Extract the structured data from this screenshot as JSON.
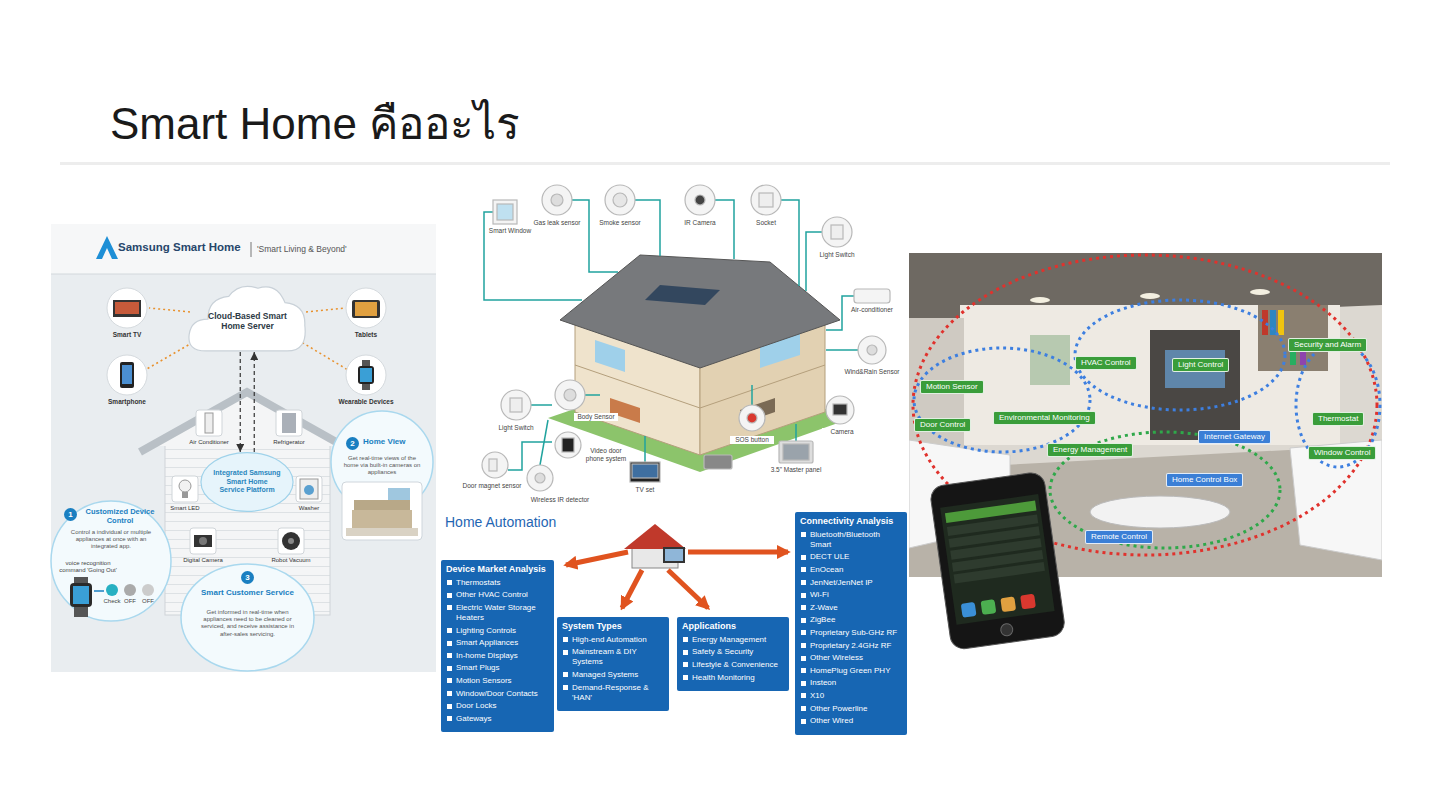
{
  "diagram": {
    "title": "Smart Home คืออะไร",
    "nodes": [
      {
        "text": [
          "Cloud-Based Smart Home Server"
        ]
      },
      {
        "text": [
          "Integrated Samsung Smart Home Service Platform"
        ]
      },
      {
        "text": [
          "1",
          "Customized Device Control",
          "Control a individual or multiple appliances at once with an integrated app."
        ]
      },
      {
        "text": [
          "2",
          "Home View",
          "Get real-time views of the home via built-in cameras on appliances"
        ]
      },
      {
        "text": [
          "3",
          "Smart Customer Service",
          "Get informed in real-time when appliances need to be cleaned or serviced, and receive assistance in after-sales servicing."
        ]
      },
      {
        "text": [
          "Device Market Analysis",
          "Thermostats",
          "Other HVAC Control",
          "Electric Water Storage Heaters",
          "Lighting Controls",
          "Smart Appliances",
          "In-home Displays",
          "Smart Plugs",
          "Motion Sensors",
          "Window/Door Contacts",
          "Door Locks",
          "Gateways"
        ]
      },
      {
        "text": [
          "System Types",
          "High-end Automation",
          "Mainstream & DIY Systems",
          "Managed Systems",
          "Demand-Response & 'HAN'"
        ]
      },
      {
        "text": [
          "Applications",
          "Energy Management",
          "Safety & Security",
          "Lifestyle & Convenience",
          "Health Monitoring"
        ]
      },
      {
        "text": [
          "Connectivity Analysis",
          "Bluetooth/Bluetooth Smart",
          "DECT ULE",
          "EnOcean",
          "JenNet/JenNet IP",
          "Wi-Fi",
          "Z-Wave",
          "ZigBee",
          "Proprietary Sub-GHz RF",
          "Proprietary 2.4GHz RF",
          "Other Wireless",
          "HomePlug Green PHY",
          "Insteon",
          "X10",
          "Other Powerline",
          "Other Wired"
        ]
      },
      {
        "text": [
          "Security and Alarm"
        ]
      },
      {
        "text": [
          "HVAC Control"
        ]
      },
      {
        "text": [
          "Light Control"
        ]
      },
      {
        "text": [
          "Motion Sensor"
        ]
      },
      {
        "text": [
          "Environmental Monitoring"
        ]
      },
      {
        "text": [
          "Thermostat"
        ]
      },
      {
        "text": [
          "Door Control"
        ]
      },
      {
        "text": [
          "Internet Gateway"
        ]
      },
      {
        "text": [
          "Energy Management"
        ]
      },
      {
        "text": [
          "Window Control"
        ]
      },
      {
        "text": [
          "Home Control Box"
        ]
      },
      {
        "text": [
          "Remote Control"
        ]
      }
    ],
    "edges": [
      {
        "from": 0,
        "to": 1,
        "arrow": "to"
      },
      {
        "from": 1,
        "to": 0,
        "arrow": "to"
      }
    ],
    "labels": [
      "Samsung Smart Home",
      "'Smart Living & Beyond'",
      "Smart TV",
      "Tablets",
      "Smartphone",
      "Wearable Devices",
      "Air Conditioner",
      "Refrigerator",
      "Smart LED",
      "Washer",
      "Digital Camera",
      "Robot Vacuum",
      "voice recognition command 'Going Out'",
      "Check",
      "OFF",
      "OFF",
      "Smart Window",
      "Gas leak sensor",
      "Smoke sensor",
      "IR Camera",
      "Socket",
      "Light Switch",
      "Air-conditioner",
      "Wind&Rain Sensor",
      "Body Sensor",
      "Light Switch",
      "Camera",
      "SOS button",
      "Video door phone system",
      "3.5\" Master panel",
      "Door magnet sensor",
      "Wireless IR detector",
      "TV set",
      "Home Automation"
    ]
  }
}
